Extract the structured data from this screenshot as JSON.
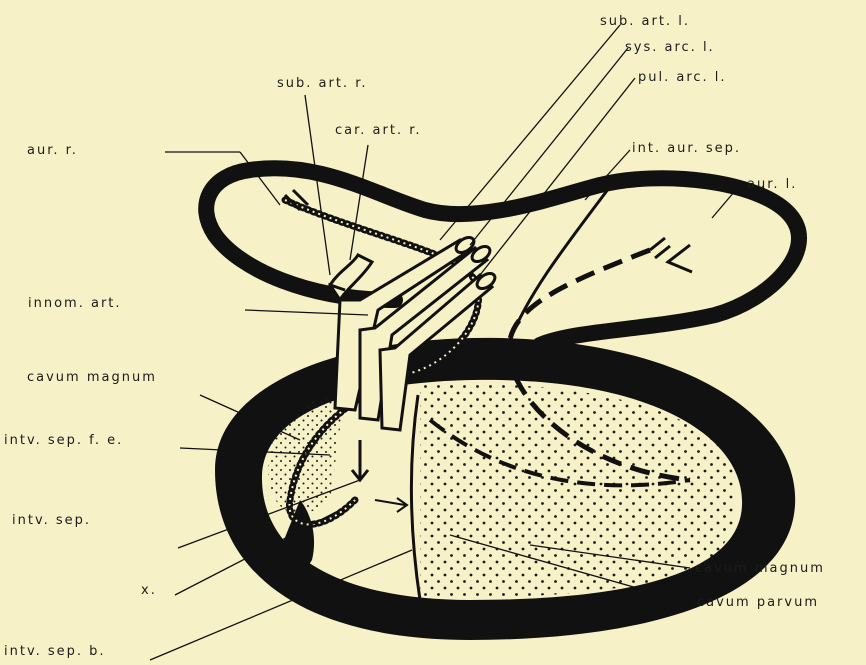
{
  "labels": {
    "sub_art_l": "sub. art. l.",
    "sys_arc_l": "sys. arc. l.",
    "pul_arc_l": "pul. arc. l.",
    "sub_art_r": "sub. art. r.",
    "car_art_r": "car. art. r.",
    "aur_r": "aur. r.",
    "int_aur_sep": "int. aur. sep.",
    "aur_l": "aur. l.",
    "innom_art": "innom. art.",
    "cavum_magnum_left": "cavum magnum",
    "intv_sep_f_e": "intv. sep. f. e.",
    "intv_sep": "intv. sep.",
    "x": "x.",
    "intv_sep_b": "intv. sep. b.",
    "cavum_magnum_right": "cavum magnum",
    "cavum_parvum": "cavum parvum"
  },
  "colors": {
    "background": "#f6f1c6",
    "ink": "#111111"
  }
}
